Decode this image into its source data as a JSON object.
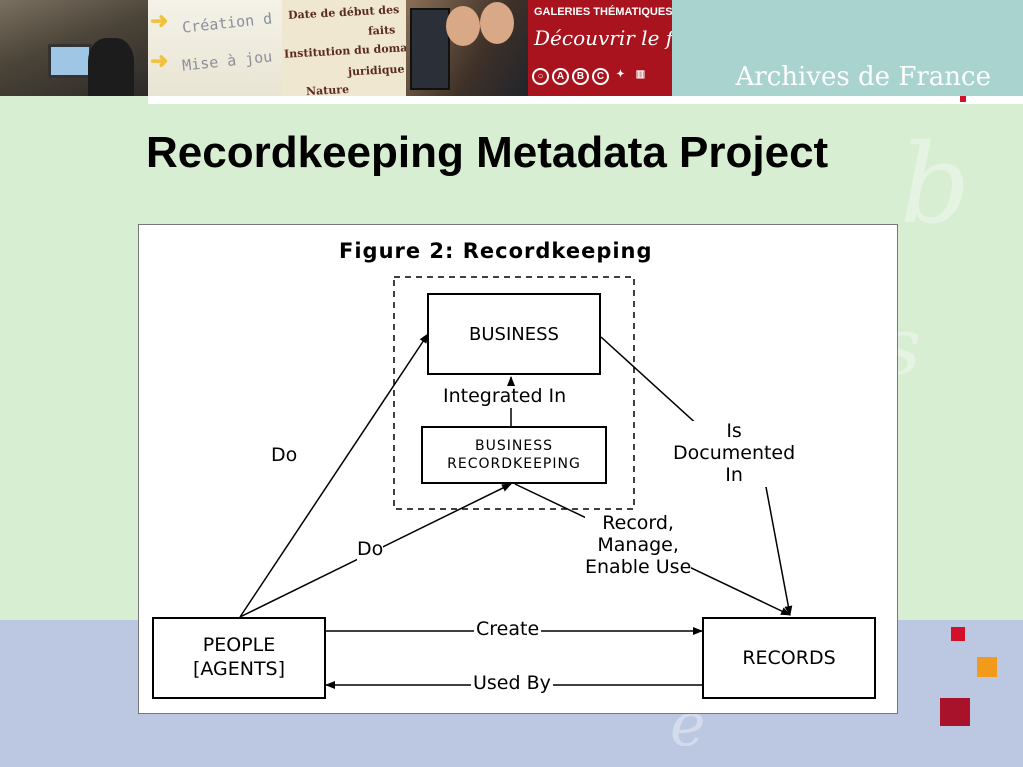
{
  "banner": {
    "brand": "Archives de France",
    "img2": {
      "line1": "Création d",
      "line2": "Mise à jou"
    },
    "img3": {
      "line1": "Date de début des",
      "line2": "faits",
      "line3": "Institution du domaine",
      "line4": "juridique",
      "line5": "Nature"
    },
    "img5": {
      "title": "GALERIES THÉMATIQUES",
      "subtitle": "Découvrir le fo",
      "icons": [
        "A",
        "B",
        "C"
      ]
    }
  },
  "slide": {
    "title": "Recordkeeping Metadata Project"
  },
  "figure": {
    "title": "Figure 2:  Recordkeeping",
    "boxes": {
      "business": "BUSINESS",
      "business_recordkeeping_1": "BUSINESS",
      "business_recordkeeping_2": "RECORDKEEPING",
      "people_1": "PEOPLE",
      "people_2": "[AGENTS]",
      "records": "RECORDS"
    },
    "labels": {
      "integrated_in": "Integrated In",
      "do_left": "Do",
      "do_middle": "Do",
      "is_documented_1": "Is",
      "is_documented_2": "Documented",
      "is_documented_3": "In",
      "record_1": "Record,",
      "record_2": "Manage,",
      "record_3": "Enable Use",
      "create": "Create",
      "used_by": "Used By"
    }
  },
  "colors": {
    "background_green": "#d8eed3",
    "background_blue": "#bcc8e2",
    "banner_teal": "#a9d3cf",
    "accent_red": "#d3102a",
    "accent_orange": "#f29a1c",
    "accent_darkred": "#a8132b"
  }
}
